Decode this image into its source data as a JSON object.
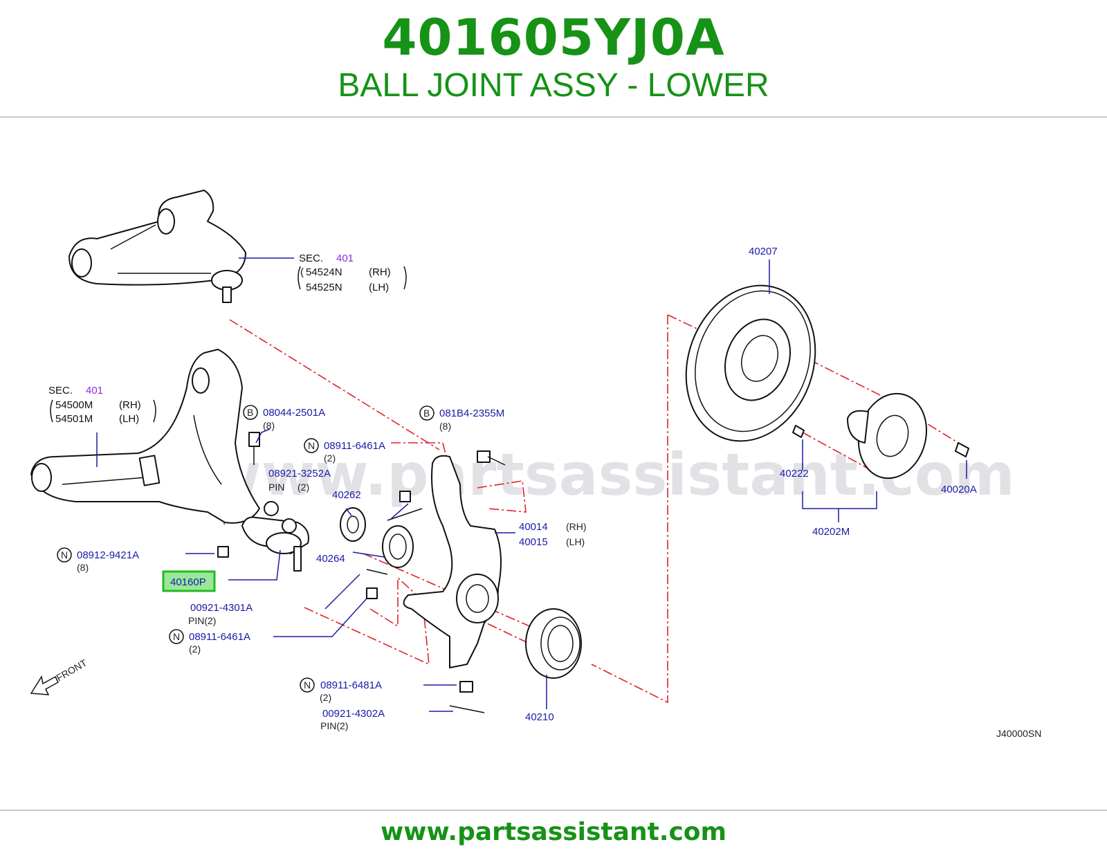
{
  "header": {
    "part_number": "401605YJ0A",
    "part_name": "BALL JOINT ASSY - LOWER"
  },
  "watermark": "www.partsassistant.com",
  "footer": {
    "url": "www.partsassistant.com"
  },
  "diagram": {
    "code": "J40000SN",
    "front_label": "FRONT",
    "upper_arm": {
      "sec": "SEC.",
      "sec_num": "401",
      "rh_part": "54524N",
      "rh": "(RH)",
      "lh_part": "54525N",
      "lh": "(LH)"
    },
    "lower_arm": {
      "sec": "SEC.",
      "sec_num": "401",
      "rh_part": "54500M",
      "rh": "(RH)",
      "lh_part": "54501M",
      "lh": "(LH)"
    },
    "callouts": {
      "c08044": {
        "badge": "B",
        "part": "08044-2501A",
        "qty": "(8)"
      },
      "c08911a": {
        "badge": "N",
        "part": "08911-6461A",
        "qty": "(2)"
      },
      "c08921": {
        "part": "08921-3252A",
        "pin": "PIN",
        "qty": "(2)"
      },
      "c40262": {
        "part": "40262"
      },
      "c40264": {
        "part": "40264"
      },
      "c08912": {
        "badge": "N",
        "part": "08912-9421A",
        "qty": "(8)"
      },
      "c40160p": {
        "part": "40160P"
      },
      "c00921a": {
        "part": "00921-4301A",
        "pin": "PIN(2)"
      },
      "c08911b": {
        "badge": "N",
        "part": "08911-6461A",
        "qty": "(2)"
      },
      "c081b4": {
        "badge": "B",
        "part": "081B4-2355M",
        "qty": "(8)"
      },
      "c40014": {
        "rh_part": "40014",
        "rh": "(RH)",
        "lh_part": "40015",
        "lh": "(LH)"
      },
      "c08911c": {
        "badge": "N",
        "part": "08911-6481A",
        "qty": "(2)"
      },
      "c00921b": {
        "part": "00921-4302A",
        "pin": "PIN(2)"
      },
      "c40210": {
        "part": "40210"
      },
      "c40207": {
        "part": "40207"
      },
      "c40222": {
        "part": "40222"
      },
      "c40020a": {
        "part": "40020A"
      },
      "c40202m": {
        "part": "40202M"
      }
    },
    "highlight_color": "#3cc83c",
    "line_color": "#e0202a",
    "label_color": "#1a1aa6"
  }
}
